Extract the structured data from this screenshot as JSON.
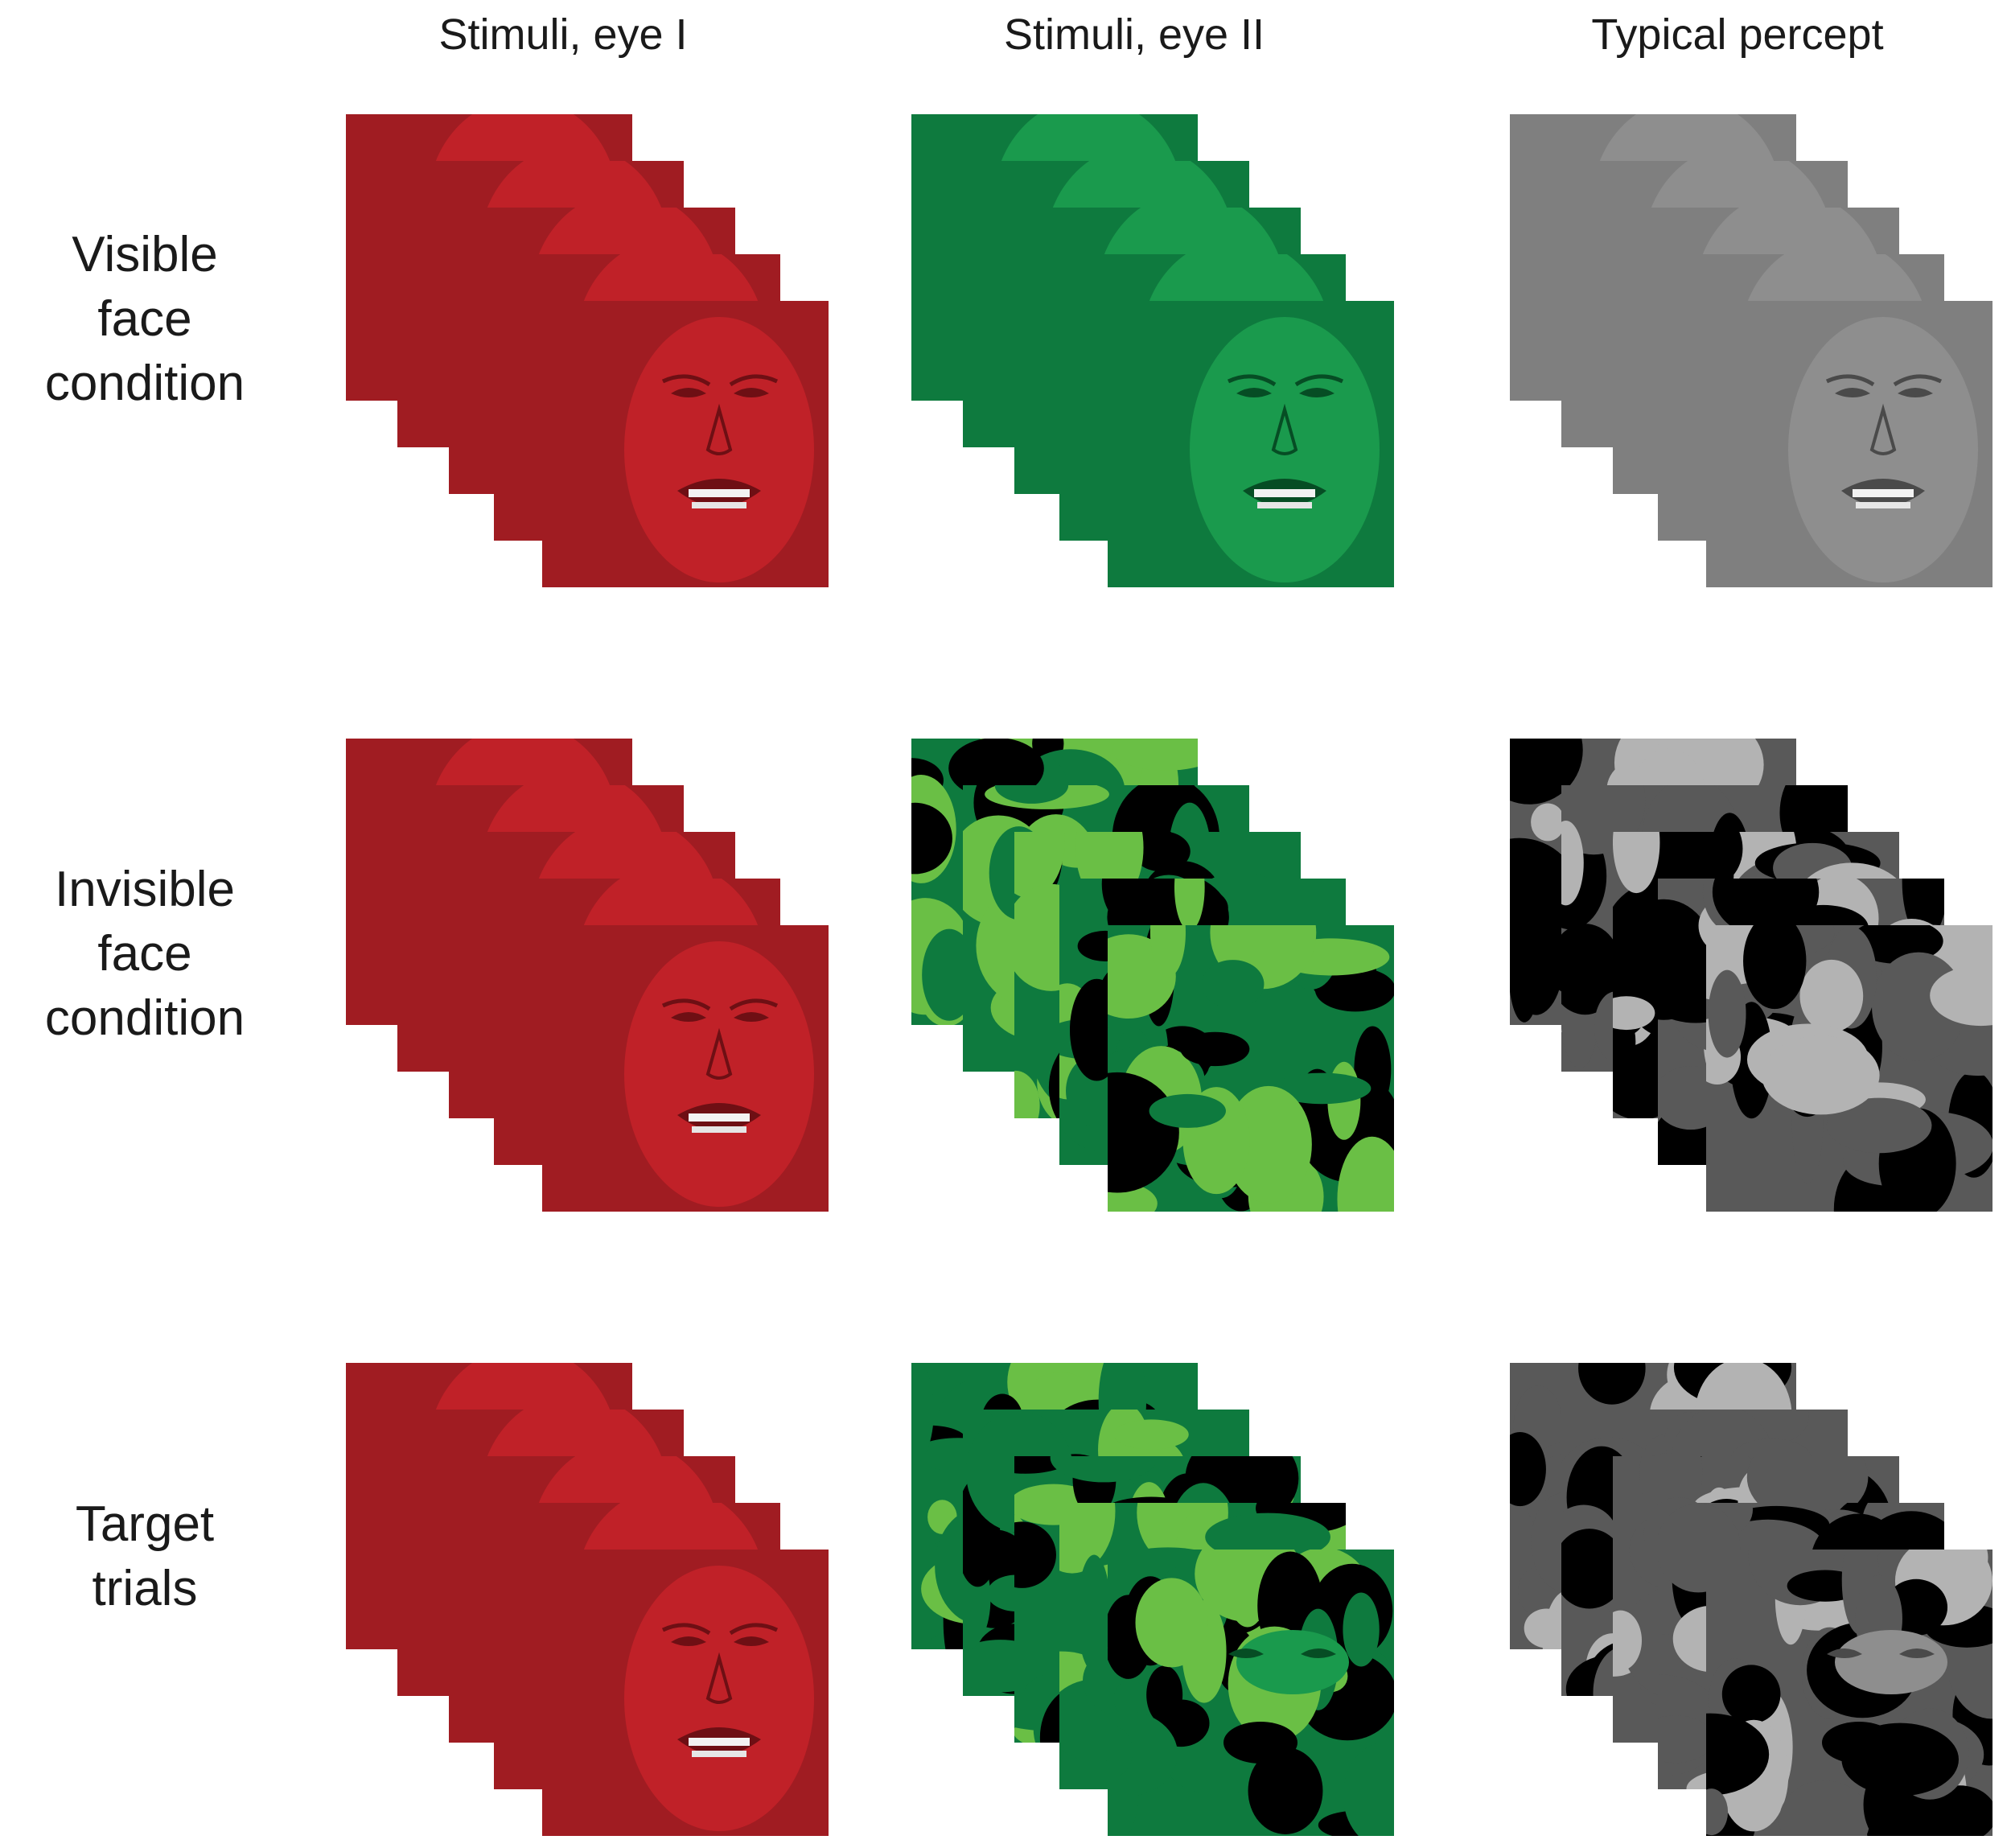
{
  "columns": [
    "Stimuli, eye I",
    "Stimuli, eye II",
    "Typical percept"
  ],
  "rows": [
    {
      "label_lines": [
        "Visible",
        "face",
        "condition"
      ],
      "panels": [
        {
          "scheme": "red",
          "content": "face-filtered"
        },
        {
          "scheme": "green",
          "content": "face-filtered"
        },
        {
          "scheme": "gray",
          "content": "face-filtered"
        }
      ]
    },
    {
      "label_lines": [
        "Invisible",
        "face",
        "condition"
      ],
      "panels": [
        {
          "scheme": "red",
          "content": "face-filtered"
        },
        {
          "scheme": "green",
          "content": "mondrian-mask"
        },
        {
          "scheme": "gray",
          "content": "mondrian-mask"
        }
      ]
    },
    {
      "label_lines": [
        "Target",
        "trials"
      ],
      "panels": [
        {
          "scheme": "red",
          "content": "face-filtered"
        },
        {
          "scheme": "green",
          "content": "mondrian-with-face-patches"
        },
        {
          "scheme": "gray",
          "content": "mondrian-with-face-patches"
        }
      ]
    }
  ],
  "colors": {
    "red": {
      "bg": "#a01c22",
      "face": "#c02128",
      "dark": "#6e0f14"
    },
    "green": {
      "bg": "#0e7a3e",
      "face": "#1a9a4d",
      "dark": "#064d24",
      "mask": [
        "#0e7a3e",
        "#6abf45",
        "#000000"
      ]
    },
    "gray": {
      "bg": "#7f7f7f",
      "face": "#8e8e8e",
      "dark": "#4a4a4a",
      "mask": [
        "#595959",
        "#b3b3b3",
        "#000000"
      ]
    }
  }
}
